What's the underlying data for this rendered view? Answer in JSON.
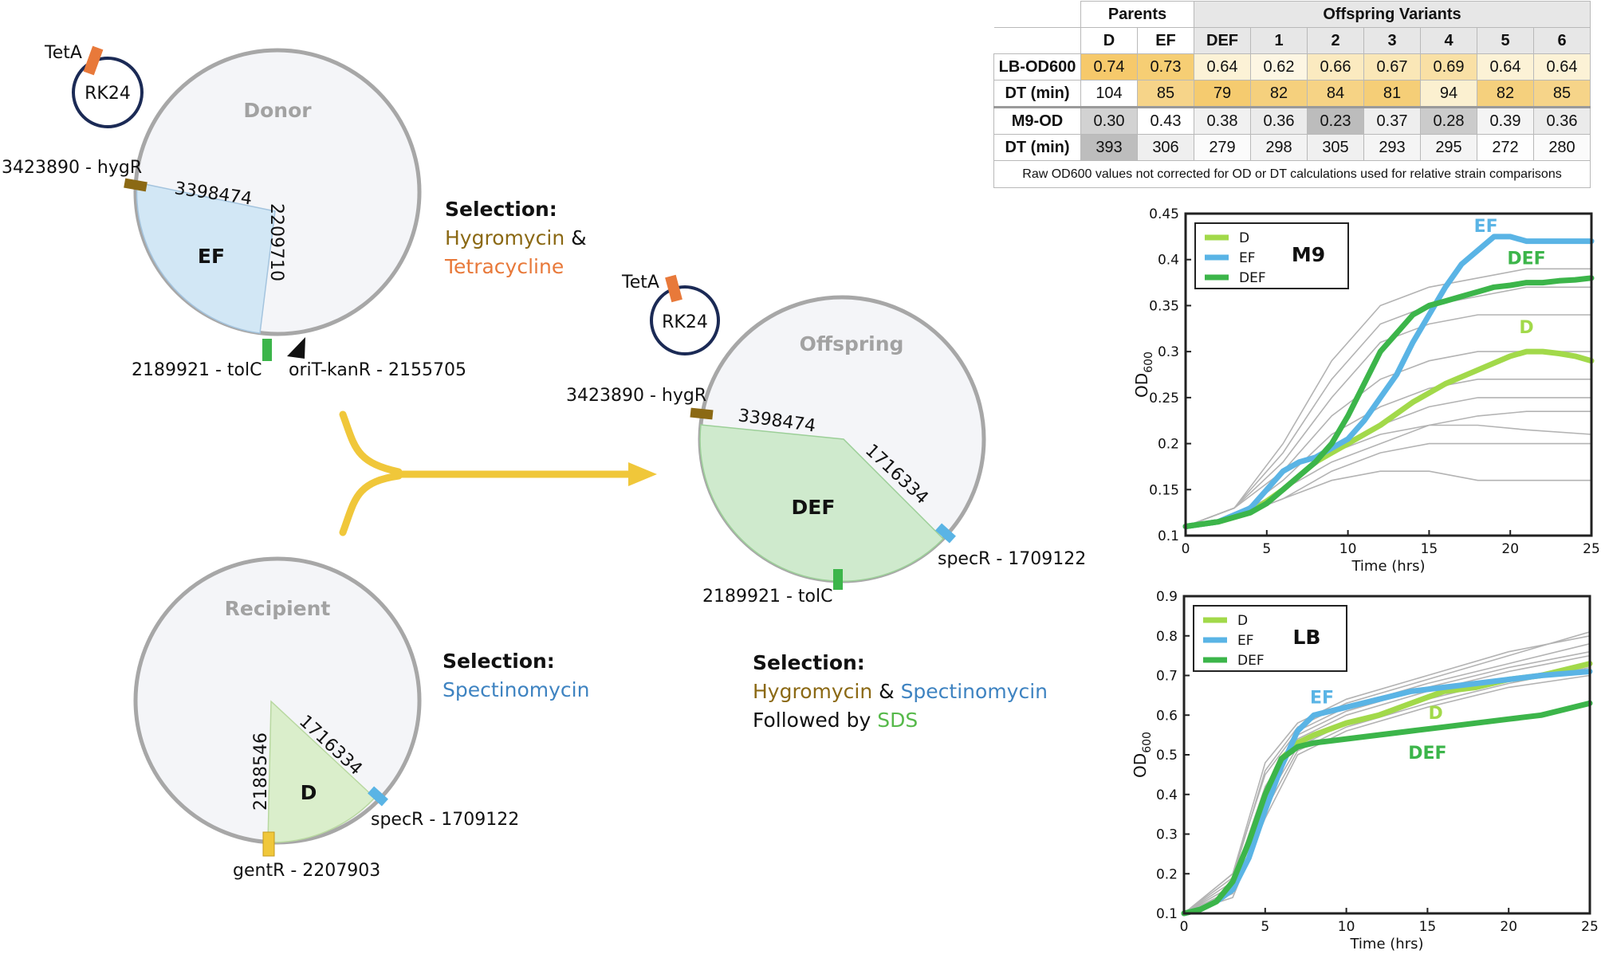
{
  "colors": {
    "hyg": "#8b6914",
    "tet": "#e8793a",
    "spec": "#3e83c1",
    "sds": "#56b94a",
    "arrow": "#f0c73a",
    "lime": "#a2d94a",
    "blue": "#5ab4e5",
    "green": "#3cb54a",
    "ef_fill": "#d2e7f5",
    "d_fill": "#daeecb",
    "def_fill": "#cfeacd",
    "circle": "#a7a7a7",
    "plasmid": "#1b2a55"
  },
  "donor": {
    "plasmid_gene": "TetA",
    "plasmid_name": "RK24",
    "title": "Donor",
    "region": "EF",
    "coord_top": "3398474",
    "coord_side": "2209710",
    "marker_hyg": "3423890 - hygR",
    "marker_tolc": "2189921 - tolC",
    "marker_orit": "oriT-kanR - 2155705",
    "selection_title": "Selection:",
    "sel_1": "Hygromycin",
    "sel_amp": " &",
    "sel_2": "Tetracycline"
  },
  "recipient": {
    "title": "Recipient",
    "region": "D",
    "coord_left": "2188546",
    "coord_right": "1716334",
    "marker_spec": "specR - 1709122",
    "marker_gent": "gentR - 2207903",
    "selection_title": "Selection:",
    "sel_1": "Spectinomycin"
  },
  "offspring": {
    "plasmid_gene": "TetA",
    "plasmid_name": "RK24",
    "title": "Offspring",
    "region": "DEF",
    "coord_top": "3398474",
    "coord_right": "1716334",
    "marker_hyg": "3423890 - hygR",
    "marker_spec": "specR - 1709122",
    "marker_tolc": "2189921 - tolC",
    "selection_title": "Selection:",
    "sel_1": "Hygromycin",
    "sel_amp": " & ",
    "sel_2": "Spectinomycin",
    "sel_3a": "Followed by ",
    "sel_3b": "SDS"
  },
  "table": {
    "group_parents": "Parents",
    "group_offspring": "Offspring Variants",
    "columns": [
      "D",
      "EF",
      "DEF",
      "1",
      "2",
      "3",
      "4",
      "5",
      "6"
    ],
    "rows": [
      {
        "label": "LB-OD600",
        "values": [
          "0.74",
          "0.73",
          "0.64",
          "0.62",
          "0.66",
          "0.67",
          "0.69",
          "0.64",
          "0.64"
        ],
        "colors": [
          "#f6c96b",
          "#f6ce74",
          "#fcf2d6",
          "#fdf6e3",
          "#fbeac0",
          "#fae7b7",
          "#f9e0a5",
          "#fcf2d6",
          "#fcf2d6"
        ]
      },
      {
        "label": "DT (min)",
        "values": [
          "104",
          "85",
          "79",
          "82",
          "84",
          "81",
          "94",
          "82",
          "85"
        ],
        "colors": [
          "#ffffff",
          "#f6d489",
          "#f5cb6f",
          "#f5d07d",
          "#f6d385",
          "#f5ce77",
          "#fbf0d0",
          "#f5d07d",
          "#f6d489"
        ]
      },
      {
        "label": "M9-OD",
        "values": [
          "0.30",
          "0.43",
          "0.38",
          "0.36",
          "0.23",
          "0.37",
          "0.28",
          "0.39",
          "0.36"
        ],
        "colors": [
          "#d2d2d2",
          "#ffffff",
          "#f1f1f1",
          "#ebebeb",
          "#bcbcbc",
          "#eeeeee",
          "#cbcbcb",
          "#f4f4f4",
          "#ebebeb"
        ]
      },
      {
        "label": "DT (min)",
        "values": [
          "393",
          "306",
          "279",
          "298",
          "305",
          "293",
          "295",
          "272",
          "280"
        ],
        "colors": [
          "#bdbdbd",
          "#efefef",
          "#fbfbfb",
          "#f3f3f3",
          "#f0f0f0",
          "#f5f5f5",
          "#f4f4f4",
          "#fefefe",
          "#fbfbfb"
        ]
      }
    ],
    "note": "Raw OD600 values not corrected for OD or DT calculations used for relative strain comparisons"
  },
  "chart_data": [
    {
      "type": "line",
      "title": "M9",
      "xlabel": "Time (hrs)",
      "ylabel": "OD600",
      "xlim": [
        0,
        25
      ],
      "ylim": [
        0.1,
        0.45
      ],
      "xticks": [
        "0",
        "5",
        "10",
        "15",
        "20",
        "25"
      ],
      "yticks": [
        "0.1",
        "0.15",
        "0.2",
        "0.25",
        "0.3",
        "0.35",
        "0.4",
        "0.45"
      ],
      "legend": "top-left",
      "grid": false,
      "series": [
        {
          "name": "D",
          "color": "#a2d94a",
          "label_at": [
            21,
            0.32
          ],
          "x": [
            0,
            2,
            4,
            6,
            8,
            9,
            10,
            12,
            14,
            16,
            18,
            20,
            21,
            22,
            23,
            24,
            25
          ],
          "y": [
            0.11,
            0.115,
            0.125,
            0.15,
            0.18,
            0.19,
            0.2,
            0.22,
            0.245,
            0.265,
            0.28,
            0.295,
            0.3,
            0.3,
            0.298,
            0.295,
            0.29
          ]
        },
        {
          "name": "EF",
          "color": "#5ab4e5",
          "label_at": [
            18.5,
            0.43
          ],
          "x": [
            0,
            2,
            4,
            5,
            6,
            7,
            8,
            9,
            10,
            11,
            12,
            13,
            14,
            15,
            16,
            17,
            18,
            19,
            20,
            21,
            22,
            23,
            24,
            25
          ],
          "y": [
            0.11,
            0.115,
            0.13,
            0.15,
            0.17,
            0.18,
            0.185,
            0.195,
            0.205,
            0.225,
            0.25,
            0.275,
            0.31,
            0.34,
            0.37,
            0.395,
            0.41,
            0.425,
            0.425,
            0.42,
            0.42,
            0.42,
            0.42,
            0.42
          ]
        },
        {
          "name": "DEF",
          "color": "#3cb54a",
          "label_at": [
            21,
            0.395
          ],
          "x": [
            0,
            2,
            4,
            5,
            6,
            7,
            8,
            9,
            10,
            11,
            12,
            13,
            14,
            15,
            16,
            17,
            18,
            19,
            20,
            21,
            22,
            23,
            24,
            25
          ],
          "y": [
            0.11,
            0.115,
            0.125,
            0.135,
            0.15,
            0.165,
            0.18,
            0.2,
            0.23,
            0.265,
            0.3,
            0.32,
            0.34,
            0.35,
            0.355,
            0.36,
            0.365,
            0.37,
            0.372,
            0.375,
            0.375,
            0.377,
            0.378,
            0.38
          ]
        }
      ],
      "background_series": [
        {
          "x": [
            0,
            3,
            6,
            9,
            12,
            15,
            18,
            21,
            25
          ],
          "y": [
            0.11,
            0.12,
            0.14,
            0.17,
            0.19,
            0.2,
            0.2,
            0.2,
            0.2
          ]
        },
        {
          "x": [
            0,
            3,
            6,
            9,
            12,
            15,
            18,
            21,
            25
          ],
          "y": [
            0.11,
            0.12,
            0.14,
            0.16,
            0.17,
            0.17,
            0.16,
            0.16,
            0.16
          ]
        },
        {
          "x": [
            0,
            3,
            6,
            9,
            12,
            15,
            18,
            21,
            25
          ],
          "y": [
            0.11,
            0.12,
            0.15,
            0.18,
            0.2,
            0.22,
            0.23,
            0.235,
            0.235
          ]
        },
        {
          "x": [
            0,
            3,
            6,
            9,
            12,
            15,
            18,
            21,
            25
          ],
          "y": [
            0.11,
            0.12,
            0.15,
            0.19,
            0.21,
            0.22,
            0.22,
            0.215,
            0.21
          ]
        },
        {
          "x": [
            0,
            3,
            6,
            9,
            12,
            15,
            18,
            21,
            25
          ],
          "y": [
            0.11,
            0.12,
            0.15,
            0.19,
            0.22,
            0.24,
            0.25,
            0.25,
            0.25
          ]
        },
        {
          "x": [
            0,
            3,
            6,
            9,
            12,
            15,
            18,
            21,
            25
          ],
          "y": [
            0.11,
            0.12,
            0.16,
            0.21,
            0.24,
            0.26,
            0.27,
            0.27,
            0.27
          ]
        },
        {
          "x": [
            0,
            3,
            6,
            9,
            12,
            15,
            18,
            21,
            25
          ],
          "y": [
            0.11,
            0.13,
            0.17,
            0.23,
            0.27,
            0.29,
            0.3,
            0.3,
            0.3
          ]
        },
        {
          "x": [
            0,
            3,
            6,
            9,
            12,
            15,
            18,
            21,
            25
          ],
          "y": [
            0.11,
            0.13,
            0.18,
            0.25,
            0.31,
            0.33,
            0.34,
            0.34,
            0.34
          ]
        },
        {
          "x": [
            0,
            3,
            6,
            9,
            12,
            15,
            18,
            21,
            25
          ],
          "y": [
            0.11,
            0.13,
            0.19,
            0.27,
            0.33,
            0.35,
            0.36,
            0.37,
            0.37
          ]
        },
        {
          "x": [
            0,
            3,
            6,
            9,
            12,
            15,
            18,
            21,
            25
          ],
          "y": [
            0.11,
            0.13,
            0.2,
            0.29,
            0.35,
            0.37,
            0.38,
            0.39,
            0.39
          ]
        }
      ]
    },
    {
      "type": "line",
      "title": "LB",
      "xlabel": "Time (hrs)",
      "ylabel": "OD600",
      "xlim": [
        0,
        25
      ],
      "ylim": [
        0.1,
        0.9
      ],
      "xticks": [
        "0",
        "5",
        "10",
        "15",
        "20",
        "25"
      ],
      "yticks": [
        "0.1",
        "0.2",
        "0.3",
        "0.4",
        "0.5",
        "0.6",
        "0.7",
        "0.8",
        "0.9"
      ],
      "legend": "top-left",
      "grid": false,
      "series": [
        {
          "name": "D",
          "color": "#a2d94a",
          "label_at": [
            15.5,
            0.59
          ],
          "x": [
            0,
            1,
            2,
            3,
            4,
            5,
            6,
            7,
            8,
            10,
            12,
            14,
            16,
            18,
            20,
            22,
            25
          ],
          "y": [
            0.1,
            0.11,
            0.13,
            0.18,
            0.28,
            0.4,
            0.49,
            0.53,
            0.55,
            0.58,
            0.6,
            0.63,
            0.66,
            0.67,
            0.69,
            0.7,
            0.73
          ]
        },
        {
          "name": "EF",
          "color": "#5ab4e5",
          "label_at": [
            8.5,
            0.63
          ],
          "x": [
            0,
            1,
            2,
            3,
            4,
            5,
            6,
            7,
            8,
            10,
            12,
            14,
            16,
            18,
            20,
            22,
            25
          ],
          "y": [
            0.1,
            0.11,
            0.13,
            0.16,
            0.24,
            0.36,
            0.47,
            0.56,
            0.6,
            0.62,
            0.64,
            0.66,
            0.67,
            0.68,
            0.69,
            0.7,
            0.71
          ]
        },
        {
          "name": "DEF",
          "color": "#3cb54a",
          "label_at": [
            15,
            0.49
          ],
          "x": [
            0,
            1,
            2,
            3,
            4,
            5,
            6,
            7,
            8,
            10,
            12,
            14,
            16,
            18,
            20,
            22,
            25
          ],
          "y": [
            0.1,
            0.11,
            0.13,
            0.18,
            0.28,
            0.4,
            0.49,
            0.52,
            0.53,
            0.54,
            0.55,
            0.56,
            0.57,
            0.58,
            0.59,
            0.6,
            0.63
          ]
        }
      ],
      "background_series": [
        {
          "x": [
            0,
            3,
            5,
            7,
            10,
            15,
            20,
            25
          ],
          "y": [
            0.1,
            0.2,
            0.45,
            0.56,
            0.62,
            0.68,
            0.73,
            0.78
          ]
        },
        {
          "x": [
            0,
            3,
            5,
            7,
            10,
            15,
            20,
            25
          ],
          "y": [
            0.1,
            0.18,
            0.42,
            0.55,
            0.61,
            0.67,
            0.72,
            0.76
          ]
        },
        {
          "x": [
            0,
            3,
            5,
            7,
            10,
            15,
            20,
            25
          ],
          "y": [
            0.1,
            0.17,
            0.4,
            0.54,
            0.6,
            0.66,
            0.71,
            0.75
          ]
        },
        {
          "x": [
            0,
            3,
            5,
            7,
            10,
            15,
            20,
            25
          ],
          "y": [
            0.1,
            0.16,
            0.38,
            0.52,
            0.58,
            0.64,
            0.69,
            0.73
          ]
        },
        {
          "x": [
            0,
            3,
            5,
            7,
            10,
            15,
            20,
            25
          ],
          "y": [
            0.1,
            0.15,
            0.36,
            0.51,
            0.57,
            0.63,
            0.68,
            0.72
          ]
        },
        {
          "x": [
            0,
            3,
            5,
            7,
            10,
            15,
            20,
            25
          ],
          "y": [
            0.1,
            0.2,
            0.48,
            0.58,
            0.64,
            0.7,
            0.76,
            0.8
          ]
        },
        {
          "x": [
            0,
            3,
            5,
            7,
            10,
            15,
            20,
            25
          ],
          "y": [
            0.1,
            0.19,
            0.46,
            0.57,
            0.63,
            0.69,
            0.75,
            0.81
          ]
        },
        {
          "x": [
            0,
            3,
            5,
            7,
            10,
            15,
            20,
            25
          ],
          "y": [
            0.1,
            0.14,
            0.34,
            0.5,
            0.56,
            0.62,
            0.67,
            0.7
          ]
        }
      ]
    }
  ]
}
